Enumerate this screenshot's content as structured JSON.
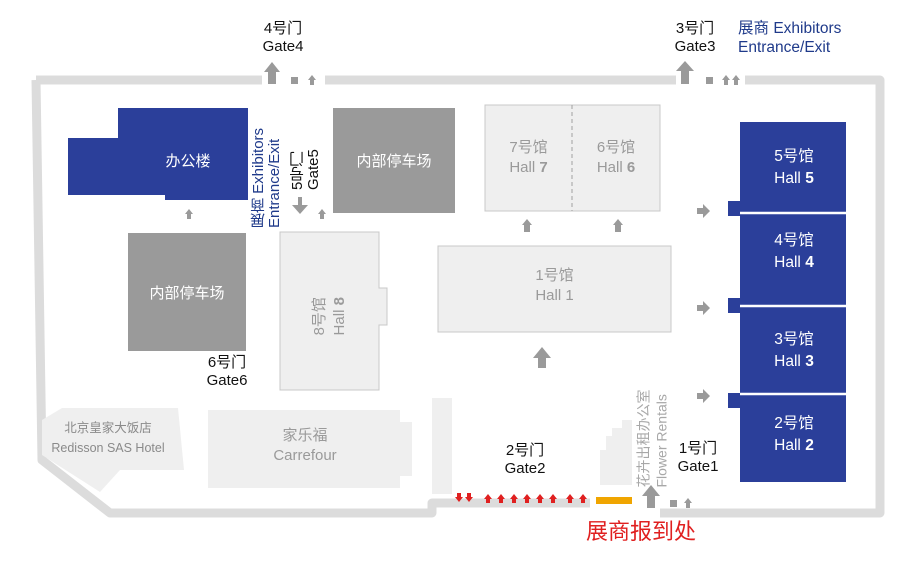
{
  "gates": {
    "gate4": {
      "cn": "4号门",
      "en": "Gate4"
    },
    "gate3": {
      "cn": "3号门",
      "en": "Gate3"
    },
    "gate5": {
      "cn": "5号门",
      "en": "Gate5"
    },
    "gate6": {
      "cn": "6号门",
      "en": "Gate6"
    },
    "gate2": {
      "cn": "2号门",
      "en": "Gate2"
    },
    "gate1": {
      "cn": "1号门",
      "en": "Gate1"
    }
  },
  "exhibitor_entrance": {
    "cn": "展商",
    "en1": "Exhibitors",
    "en2": "Entrance/Exit"
  },
  "gate5_entrance": {
    "cn": "展商",
    "en1": "Exhibitors",
    "en2": "Entrance/Exit"
  },
  "buildings": {
    "office": "办公楼",
    "parking_top": "内部停车场",
    "parking_left": "内部停车场",
    "hotel_cn": "北京皇家大饭店",
    "hotel_en": "Redisson SAS Hotel",
    "carrefour_cn": "家乐福",
    "carrefour_en": "Carrefour",
    "flower_cn": "花卉出租办公室",
    "flower_en": "Flower Rentals"
  },
  "halls": {
    "hall7": {
      "cn": "7号馆",
      "en": "Hall ",
      "num": "7"
    },
    "hall6": {
      "cn": "6号馆",
      "en": "Hall ",
      "num": "6"
    },
    "hall1": {
      "cn": "1号馆",
      "en": "Hall 1"
    },
    "hall8": {
      "cn": "8号馆",
      "en": "Hall ",
      "num": "8"
    },
    "hall5": {
      "cn": "5号馆",
      "en": "Hall ",
      "num": "5"
    },
    "hall4": {
      "cn": "4号馆",
      "en": "Hall ",
      "num": "4"
    },
    "hall3": {
      "cn": "3号馆",
      "en": "Hall ",
      "num": "3"
    },
    "hall2": {
      "cn": "2号馆",
      "en": "Hall ",
      "num": "2"
    }
  },
  "checkin": "展商报到处",
  "colors": {
    "navy": "#2b3f9a",
    "dark_gray": "#9a9a9a",
    "light_gray": "#efefef",
    "hall_border": "#c8c8c8",
    "wall": "#dcdcdc",
    "red": "#e02020",
    "orange": "#f0a500",
    "label_blue": "#1f3a8a"
  }
}
